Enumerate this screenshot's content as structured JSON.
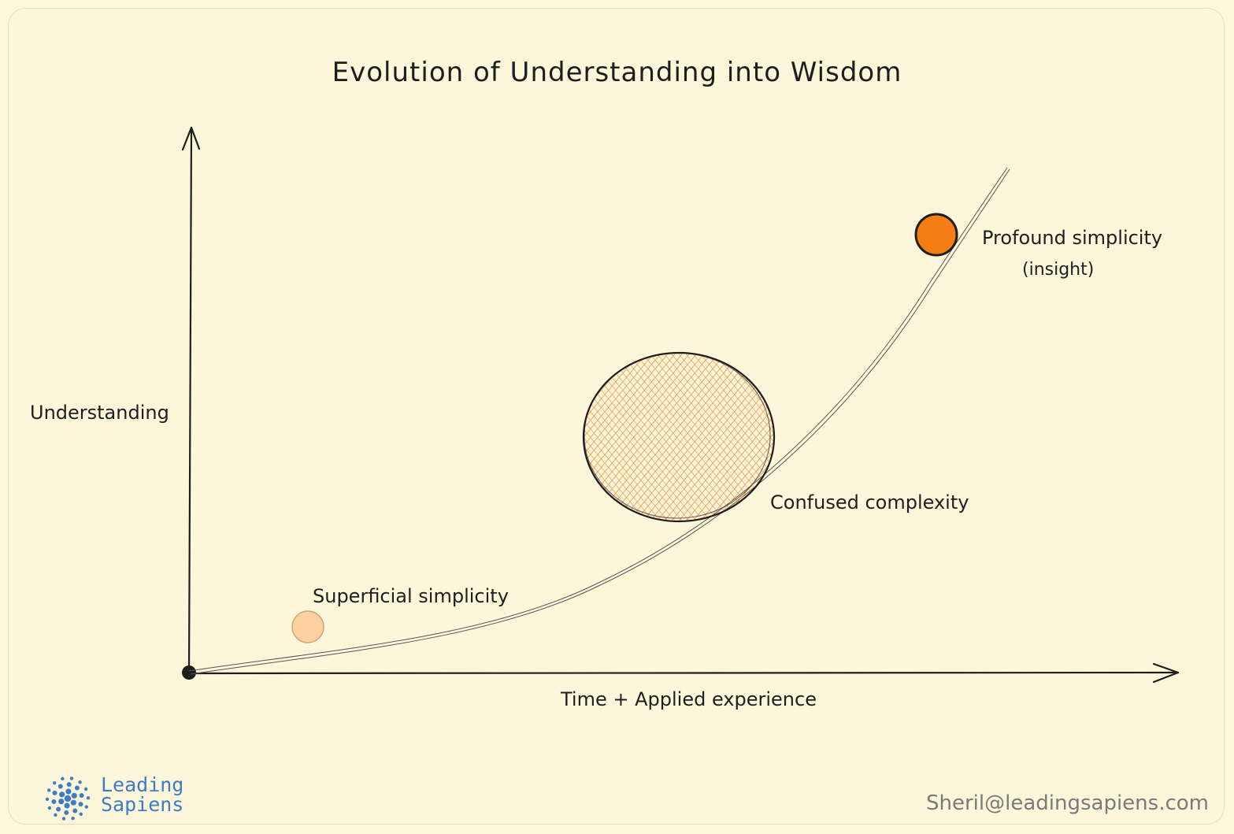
{
  "title": "Evolution of Understanding into Wisdom",
  "axes": {
    "y_label": "Understanding",
    "x_label": "Time + Applied experience"
  },
  "markers": {
    "superficial": {
      "label": "Superficial simplicity",
      "color": "#fcd19f"
    },
    "confused": {
      "label": "Confused complexity",
      "color": "#f08c2b"
    },
    "profound": {
      "label": "Profound simplicity",
      "sublabel": "(insight)",
      "color": "#f57d14"
    }
  },
  "brand": {
    "line1": "Leading",
    "line2": "Sapiens",
    "color": "#3e7cc4"
  },
  "footer": {
    "email": "Sheril@leadingsapiens.com"
  },
  "colors": {
    "background": "#fdf8dc",
    "ink": "#1e1e1e"
  }
}
